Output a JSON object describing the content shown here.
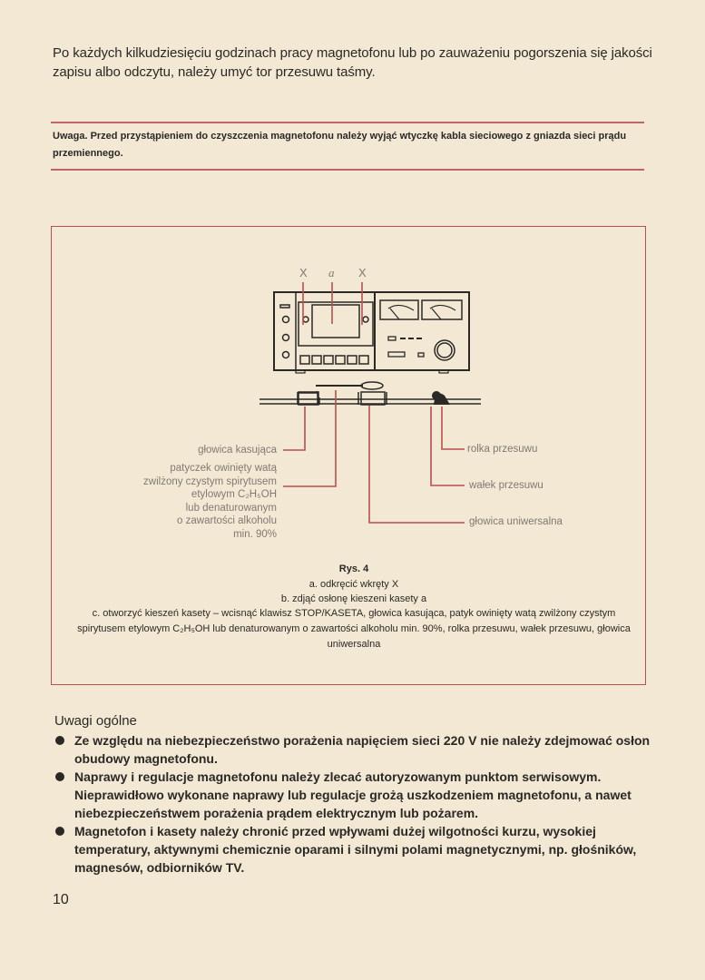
{
  "intro": "Po każdych kilkudziesięciu godzinach pracy magnetofonu lub po zauważeniu pogorszenia się jakości zapisu albo odczytu, należy umyć tor przesuwu taśmy.",
  "warning": "Uwaga. Przed przystąpieniem do czyszczenia magnetofonu należy wyjąć wtyczkę kabla sieciowego z gniazda sieci prądu przemiennego.",
  "figure": {
    "marks": {
      "x_left": "X",
      "a": "a",
      "x_right": "X"
    },
    "labels": {
      "erase_head": "głowica kasująca",
      "swab": [
        "patyczek owinięty watą",
        "zwilżony czystym spirytusem",
        "etylowym C₂H₅OH",
        "lub denaturowanym",
        "o zawartości alkoholu",
        "min. 90%"
      ],
      "pinch_roller": "rolka przesuwu",
      "capstan": "wałek przesuwu",
      "universal_head": "głowica uniwersalna"
    },
    "caption": {
      "title": "Rys. 4",
      "a": "a. odkręcić wkręty X",
      "b": "b. zdjąć osłonę kieszeni kasety a",
      "c": "c. otworzyć kieszeń kasety – wcisnąć klawisz STOP/KASETA, głowica kasująca, patyk owinięty watą zwilżony czystym spirytusem etylowym C₂H₅OH lub denaturowanym o zawartości alkoholu min. 90%, rolka przesuwu, wałek przesuwu, głowica uniwersalna"
    }
  },
  "general": {
    "title": "Uwagi ogólne",
    "items": [
      "Ze względu na niebezpieczeństwo porażenia napięciem sieci 220 V nie należy zdejmować osłon obudowy magnetofonu.",
      "Naprawy i regulacje magnetofonu należy zlecać autoryzowanym punktom serwisowym. Nieprawidłowo wykonane naprawy lub regulacje grożą uszkodzeniem magnetofonu, a nawet niebezpieczeństwem porażenia prądem elektrycznym lub pożarem.",
      "Magnetofon i kasety należy chronić przed wpływami dużej wilgotności kurzu, wysokiej temperatury, aktywnymi chemicznie oparami i silnymi polami magnetycznymi, np. głośników, magnesów, odbiorników TV."
    ]
  },
  "page_number": "10",
  "colors": {
    "paper": "#f2e8d4",
    "rule": "#b8504e",
    "ink": "#2b2926"
  }
}
